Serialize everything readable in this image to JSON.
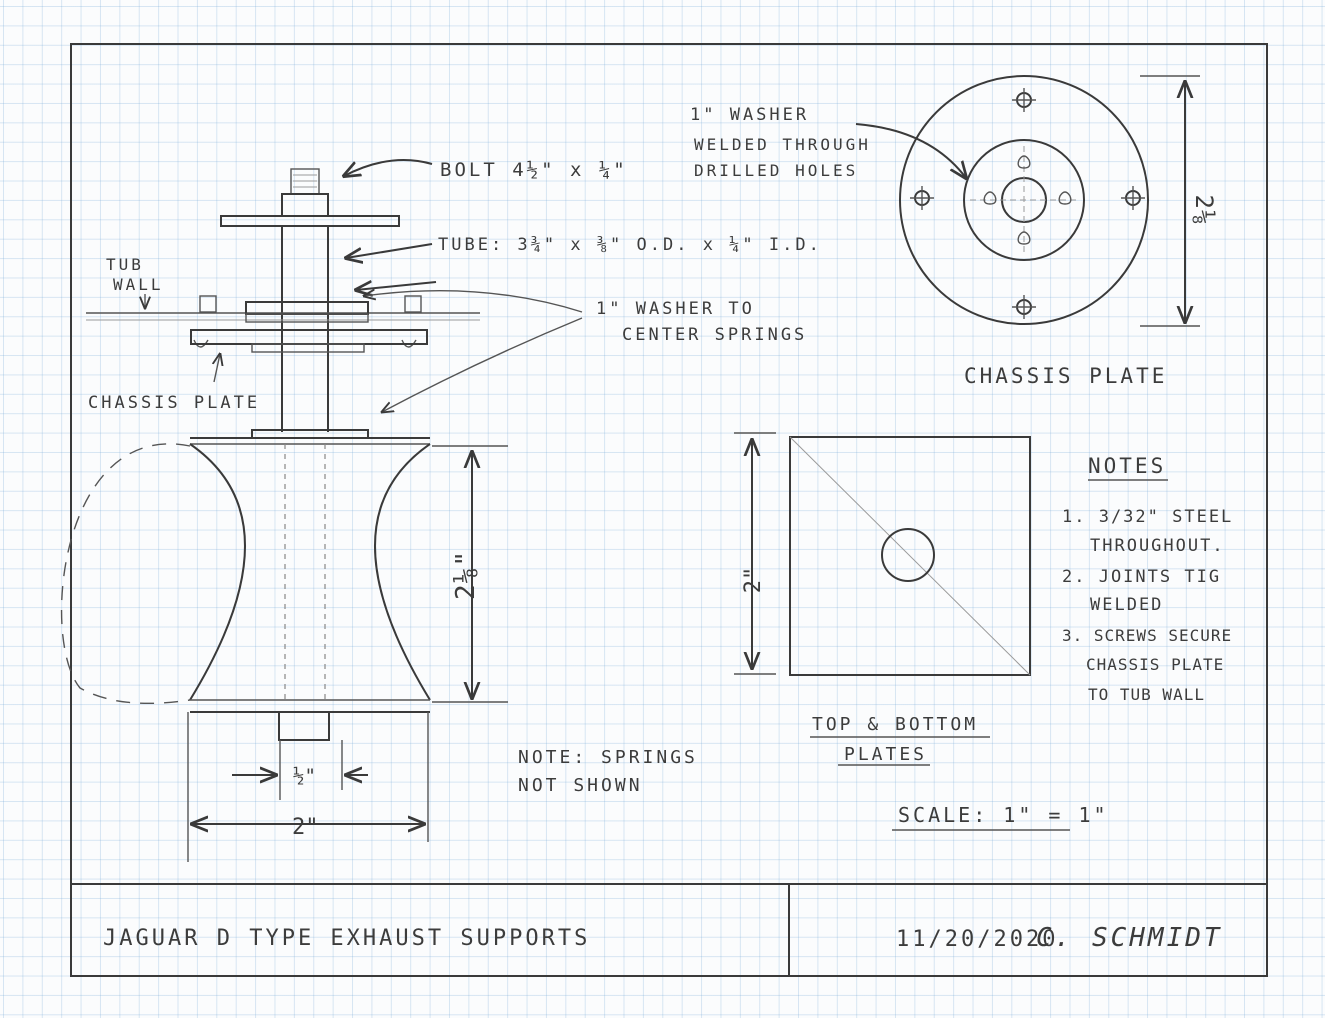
{
  "side_view": {
    "bolt_label": "BOLT 4½\" x ¼\"",
    "tube_label": "TUBE: 3¾\" x ⅜\" O.D. x ¼\" I.D.",
    "tub_wall_label": [
      "TUB",
      "WALL"
    ],
    "washer_label": [
      "1\" WASHER TO",
      "CENTER SPRINGS"
    ],
    "chassis_plate_label": "CHASSIS PLATE",
    "height_dim": "2⅛\"",
    "bolt_width_dim": "½\"",
    "width_dim": "2\"",
    "springs_note": [
      "NOTE: SPRINGS",
      "NOT SHOWN"
    ]
  },
  "chassis_plate_view": {
    "washer_note": [
      "1\" WASHER",
      "WELDED THROUGH",
      "DRILLED HOLES"
    ],
    "diameter_dim": "2⅛",
    "title": "CHASSIS PLATE"
  },
  "plates_view": {
    "side_dim": "2\"",
    "title": [
      "TOP & BOTTOM",
      "PLATES"
    ]
  },
  "notes": {
    "heading": "NOTES",
    "items": [
      [
        "1. 3/32\" STEEL",
        "THROUGHOUT."
      ],
      [
        "2. JOINTS TIG",
        "WELDED"
      ],
      [
        "3. SCREWS SECURE",
        "CHASSIS PLATE",
        "TO TUB WALL"
      ]
    ],
    "scale": "SCALE: 1\" = 1\""
  },
  "title_block": {
    "title": "JAGUAR D TYPE EXHAUST SUPPORTS",
    "date": "11/20/2020",
    "author": "C. SCHMIDT"
  }
}
